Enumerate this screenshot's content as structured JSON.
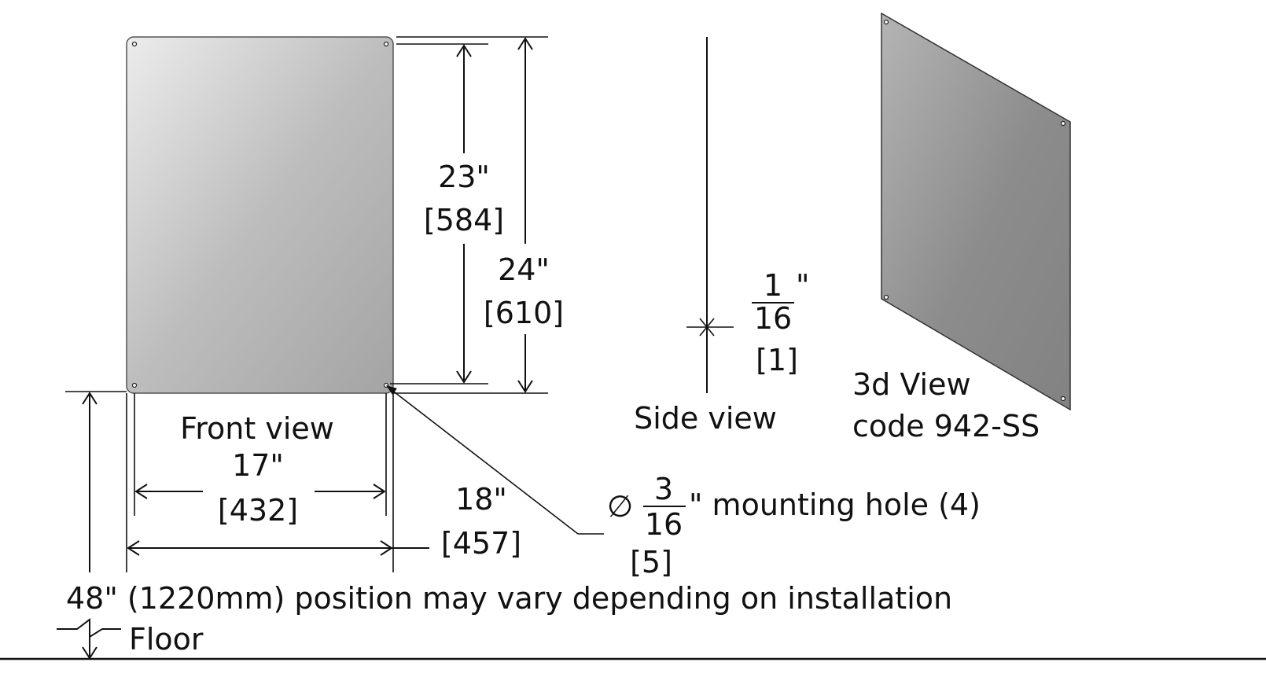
{
  "diagram": {
    "labels": {
      "front_view": "Front view",
      "side_view": "Side view",
      "view_3d": "3d View",
      "code": "code 942-SS",
      "floor": "Floor",
      "mounting_height_note": "48\" (1220mm) position may vary depending on installation"
    },
    "dimensions": {
      "hole_span_height": {
        "inches": "23\"",
        "mm": "[584]"
      },
      "overall_height": {
        "inches": "24\"",
        "mm": "[610]"
      },
      "hole_span_width": {
        "inches": "17\"",
        "mm": "[432]"
      },
      "overall_width": {
        "inches": "18\"",
        "mm": "[457]"
      },
      "thickness": {
        "numerator": "1",
        "denominator": "16",
        "unit": "\"",
        "mm": "[1]"
      },
      "mounting_hole": {
        "symbol": "∅",
        "numerator": "3",
        "denominator": "16",
        "text": "\" mounting hole (4)",
        "mm": "[5]"
      }
    },
    "colors": {
      "panel_light": "#ececec",
      "panel_dark": "#a4a4a4",
      "panel_3d_light": "#b4b4b4",
      "panel_3d_dark": "#828282",
      "line": "#111111"
    }
  }
}
